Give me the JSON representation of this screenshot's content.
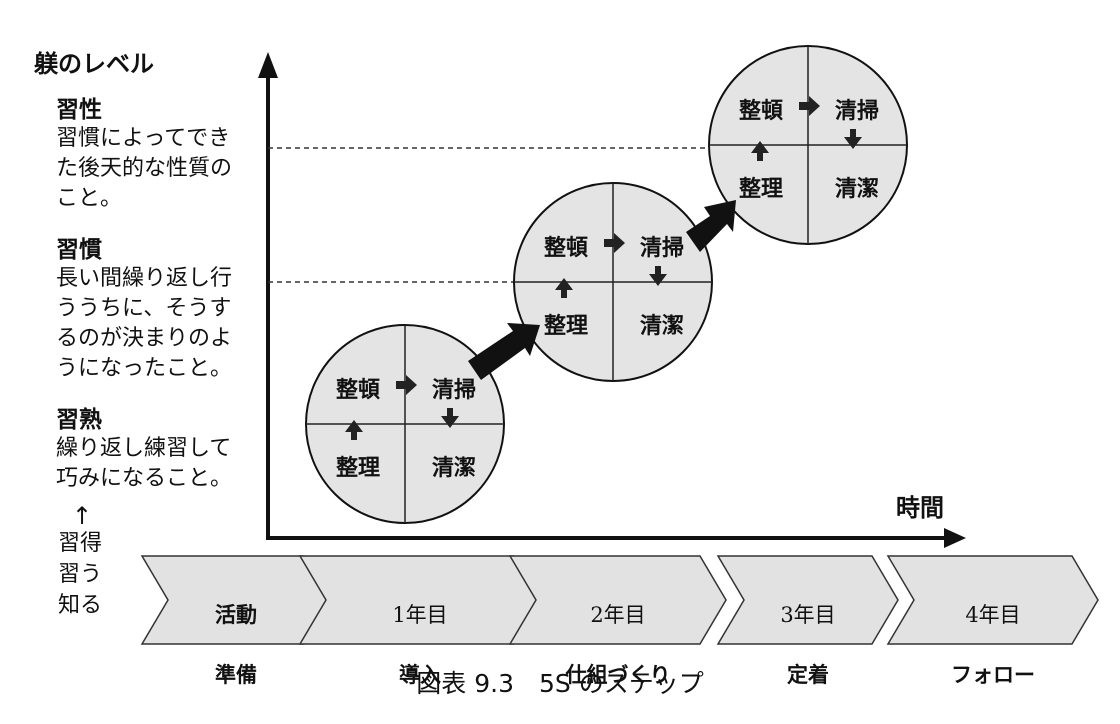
{
  "axes": {
    "y_label": "躾のレベル",
    "x_label": "時間"
  },
  "levels": [
    {
      "title": "習性",
      "description": "習慣によってでき\nた後天的な性質の\nこと。"
    },
    {
      "title": "習慣",
      "description": "長い間繰り返し行\nううちに、そうす\nるのが決まりのよ\nうになったこと。"
    },
    {
      "title": "習熟",
      "description": "繰り返し練習して\n巧みになること。"
    }
  ],
  "learning": {
    "arrow": "↑",
    "words": "習得\n習う\n知る"
  },
  "cycle": {
    "top_left": "整頓",
    "top_right": "清掃",
    "bottom_left": "整理",
    "bottom_right": "清潔"
  },
  "phases": [
    {
      "line1": "活動",
      "line2": "準備"
    },
    {
      "line1": "1年目",
      "line2": "導入"
    },
    {
      "line1": "2年目",
      "line2": "仕組づくり"
    },
    {
      "line1": "3年目",
      "line2": "定着"
    },
    {
      "line1": "4年目",
      "line2": "フォロー"
    }
  ],
  "caption": "図表 9.3　5S のステップ",
  "colors": {
    "circle_fill": "#e4e4e4",
    "phase_fill": "#e2e2e2",
    "ink": "#111111"
  }
}
